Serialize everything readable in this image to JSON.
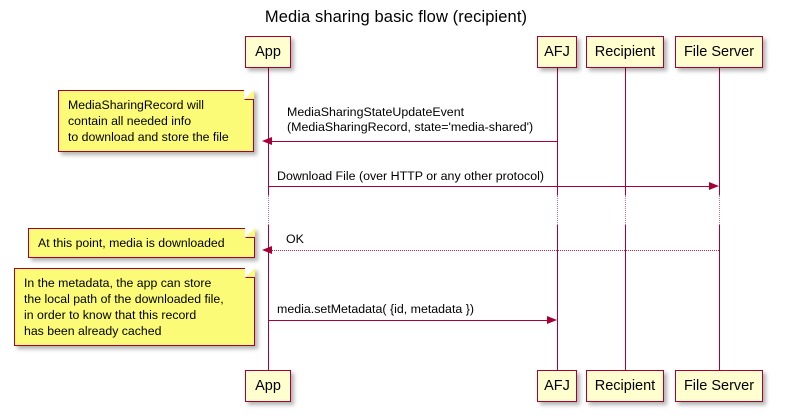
{
  "diagram": {
    "type": "sequence-diagram",
    "title": "Media sharing basic flow (recipient)",
    "colors": {
      "participant_fill": "#FEFECE",
      "participant_border": "#A80036",
      "note_fill": "#FBFB77",
      "note_border": "#A80036",
      "line": "#A80036",
      "dotted_line": "#C2255C",
      "background": "#FFFFFF",
      "text": "#000000"
    }
  },
  "participants": [
    {
      "id": "app",
      "label": "App"
    },
    {
      "id": "afj",
      "label": "AFJ"
    },
    {
      "id": "recipient",
      "label": "Recipient"
    },
    {
      "id": "file_server",
      "label": "File Server"
    }
  ],
  "notes": [
    {
      "id": "note-media-sharing-record",
      "lines": [
        "MediaSharingRecord will",
        "contain all needed info",
        "to download and store the file"
      ]
    },
    {
      "id": "note-media-downloaded",
      "lines": [
        "At this point, media is downloaded"
      ]
    },
    {
      "id": "note-metadata-cache",
      "lines": [
        "In the metadata, the app can store",
        "the local path of the downloaded file,",
        "in order to know that this record",
        "has been already cached"
      ]
    }
  ],
  "messages": [
    {
      "id": "msg-state-update-event",
      "from": "afj",
      "to": "app",
      "style": "solid",
      "direction": "left",
      "lines": [
        "MediaSharingStateUpdateEvent",
        "(MediaSharingRecord, state='media-shared')"
      ]
    },
    {
      "id": "msg-download-file",
      "from": "app",
      "to": "file_server",
      "style": "solid",
      "direction": "right",
      "lines": [
        "Download File (over HTTP or any other protocol)"
      ]
    },
    {
      "id": "msg-ok",
      "from": "file_server",
      "to": "app",
      "style": "dotted",
      "direction": "left",
      "lines": [
        "OK"
      ]
    },
    {
      "id": "msg-set-metadata",
      "from": "app",
      "to": "afj",
      "style": "solid",
      "direction": "right",
      "lines": [
        "media.setMetadata( {id, metadata })"
      ]
    }
  ]
}
